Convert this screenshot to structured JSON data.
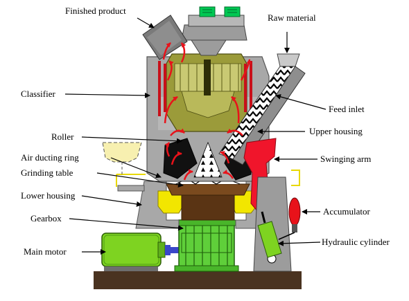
{
  "labels": {
    "finished_product": "Finished product",
    "raw_material": "Raw material",
    "classifier": "Classifier",
    "feed_inlet": "Feed inlet",
    "roller": "Roller",
    "upper_housing": "Upper housing",
    "air_ducting_ring": "Air ducting ring",
    "swinging_arm": "Swinging arm",
    "grinding_table": "Grinding table",
    "lower_housing": "Lower housing",
    "accumulator": "Accumulator",
    "gearbox": "Gearbox",
    "main_motor": "Main motor",
    "hydraulic_cylinder": "Hydraulic cylinder"
  },
  "colors": {
    "housing": "#a8a8a8",
    "housing_dark": "#6e6e6e",
    "classifier_olive": "#9b9b3a",
    "classifier_light": "#c9c973",
    "airflow_red": "#e8121a",
    "motor_green": "#7ed321",
    "gearbox_green": "#5fcf3a",
    "table_brown": "#7a4a1e",
    "air_ring_yellow": "#f2e600",
    "base_brown": "#4a3320",
    "swing_arm_red": "#f0152b",
    "coupling_blue": "#3a47c9",
    "top_green": "#00c853"
  },
  "icons": [
    "arrow-icon",
    "airflow-arrow-icon"
  ]
}
